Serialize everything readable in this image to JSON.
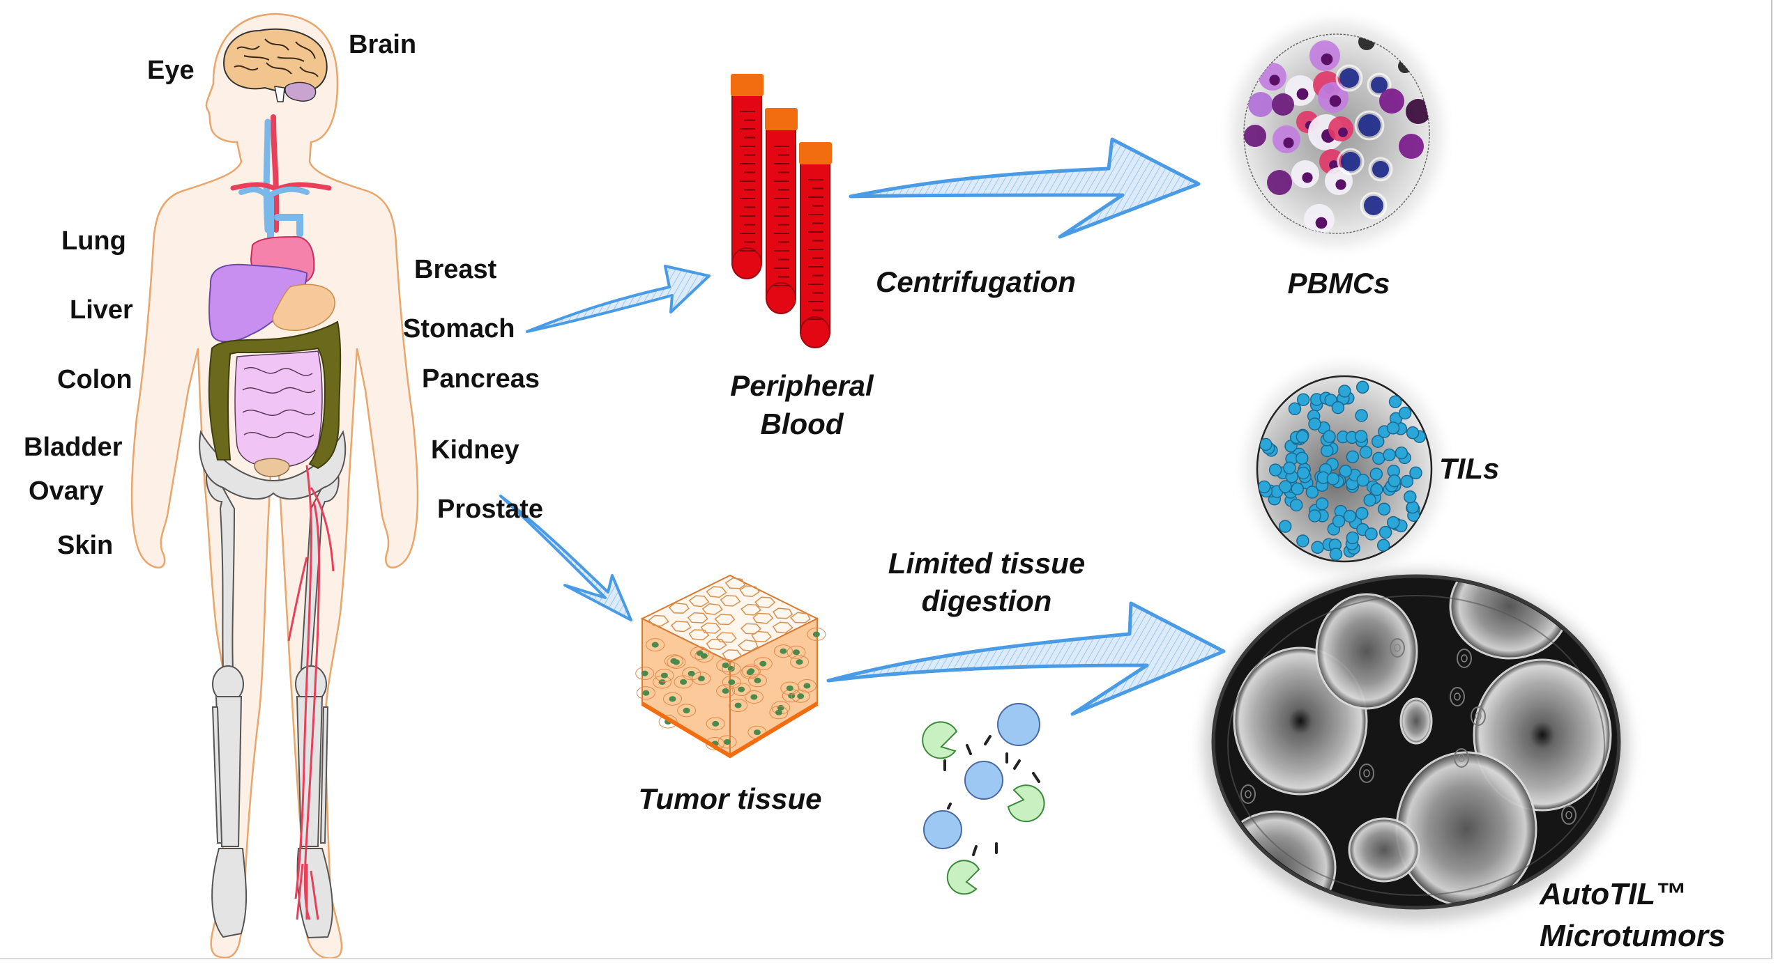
{
  "figure": {
    "organ_labels_left": [
      "Eye",
      "Lung",
      "Liver",
      "Colon",
      "Bladder",
      "Ovary",
      "Skin"
    ],
    "organ_labels_right": [
      "Brain",
      "Breast",
      "Stomach",
      "Pancreas",
      "Kidney",
      "Prostate"
    ],
    "source_blood": {
      "line1": "Peripheral",
      "line2": "Blood"
    },
    "source_tissue": "Tumor tissue",
    "step_centrifugation": "Centrifugation",
    "step_digestion": {
      "line1": "Limited tissue",
      "line2": "digestion"
    },
    "product_pbmc": "PBMCs",
    "product_tils": "TILs",
    "product_microtumors": {
      "line1": "AutoTIL™",
      "line2": "Microtumors"
    }
  },
  "colors": {
    "arrow": "#4a9be6",
    "arrow_fill": "#cfe4f8",
    "blood": "#e30613",
    "tube_cap": "#f26d10",
    "skin": "#fdf0e6",
    "skin_outline": "#e9a56a",
    "bone": "#e4e4e4",
    "liver": "#c98ff0",
    "heart": "#f582ab",
    "colon": "#6b6a1c",
    "intestine": "#f0c4f4",
    "stomach": "#f7c89a",
    "vein": "#7ab8ea",
    "artery": "#e8405a",
    "brain": "#f2c48e",
    "til_cell": "#2aa6d8",
    "enzyme_green": "#c8f0c0",
    "cell_blue": "#9ec8f4",
    "tissue_orange": "#f58220",
    "tissue_nucleus": "#4a8a4a"
  }
}
